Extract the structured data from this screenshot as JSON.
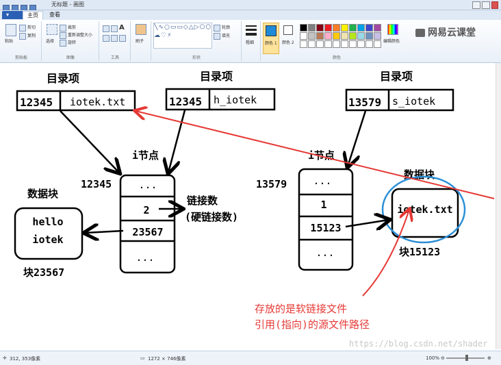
{
  "window": {
    "title": "无标题 - 画图"
  },
  "ribbon": {
    "tabs": [
      "主页",
      "查看"
    ],
    "clipboard": {
      "paste": "粘贴",
      "cut": "剪切",
      "copy": "复制",
      "label": "剪贴板"
    },
    "image": {
      "select": "选择",
      "crop": "裁剪",
      "resize": "重新调整大小",
      "rotate": "旋转",
      "label": "图像"
    },
    "tools": {
      "label": "工具"
    },
    "brushes": {
      "label": "刷子"
    },
    "shapes": {
      "outline": "轮廓",
      "fill": "填充",
      "label": "形状"
    },
    "size": {
      "label": "粗细"
    },
    "colors": {
      "color1": "颜色 1",
      "color2": "颜色 2",
      "edit": "编辑颜色",
      "label": "颜色",
      "palette": [
        "#000000",
        "#7f7f7f",
        "#880015",
        "#ed1c24",
        "#ff7f27",
        "#fff200",
        "#22b14c",
        "#00a2e8",
        "#3f48cc",
        "#a349a4",
        "#ffffff",
        "#c3c3c3",
        "#b97a57",
        "#ffaec9",
        "#ffc90e",
        "#efe4b0",
        "#b5e61d",
        "#99d9ea",
        "#7092be",
        "#c8bfe7"
      ]
    },
    "brand": "网易云课堂"
  },
  "diagram": {
    "left": {
      "dir_label": "目录项",
      "dir_num": "12345",
      "dir_name": "iotek.txt",
      "inode_label": "i节点",
      "inode_num": "12345",
      "inode_cells": [
        "...",
        "2",
        "23567",
        "..."
      ],
      "link_count_label": "链接数",
      "link_count_sub": "(硬链接数)",
      "data_label": "数据块",
      "data_line1": "hello",
      "data_line2": "iotek",
      "block_label": "块23567"
    },
    "middle": {
      "dir_label": "目录项",
      "dir_num": "12345",
      "dir_name": "h_iotek"
    },
    "right": {
      "dir_label": "目录项",
      "dir_num": "13579",
      "dir_name": "s_iotek",
      "inode_label": "i节点",
      "inode_num": "13579",
      "inode_cells": [
        "...",
        "1",
        "15123",
        "..."
      ],
      "data_label": "数据块",
      "data_text": "iotek.txt",
      "block_label": "块15123"
    },
    "note_line1": "存放的是软链接文件",
    "note_line2": "引用(指向)的源文件路径",
    "watermark": "https://blog.csdn.net/shader"
  },
  "status": {
    "cursor": "312, 353像素",
    "canvas_size": "1272 × 746像素",
    "zoom": "100%"
  }
}
